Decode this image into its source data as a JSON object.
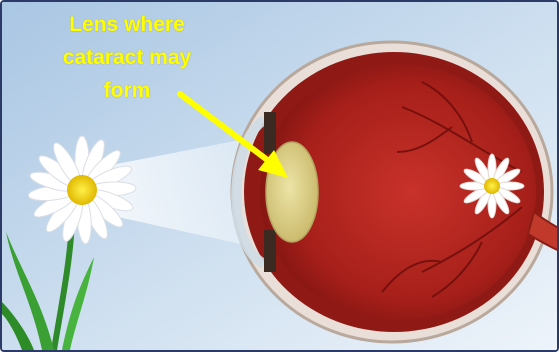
{
  "annotation": {
    "lines": [
      "Lens where",
      "cataract may",
      "form"
    ]
  },
  "colors": {
    "label_text": "#ffff00",
    "arrow": "#ffff00",
    "background_top": "#b9d2ea",
    "background_bottom": "#e9f1f8",
    "eye_interior": "#b3241e",
    "lens": "#dcd08a",
    "frame_border": "#2b3a66"
  }
}
